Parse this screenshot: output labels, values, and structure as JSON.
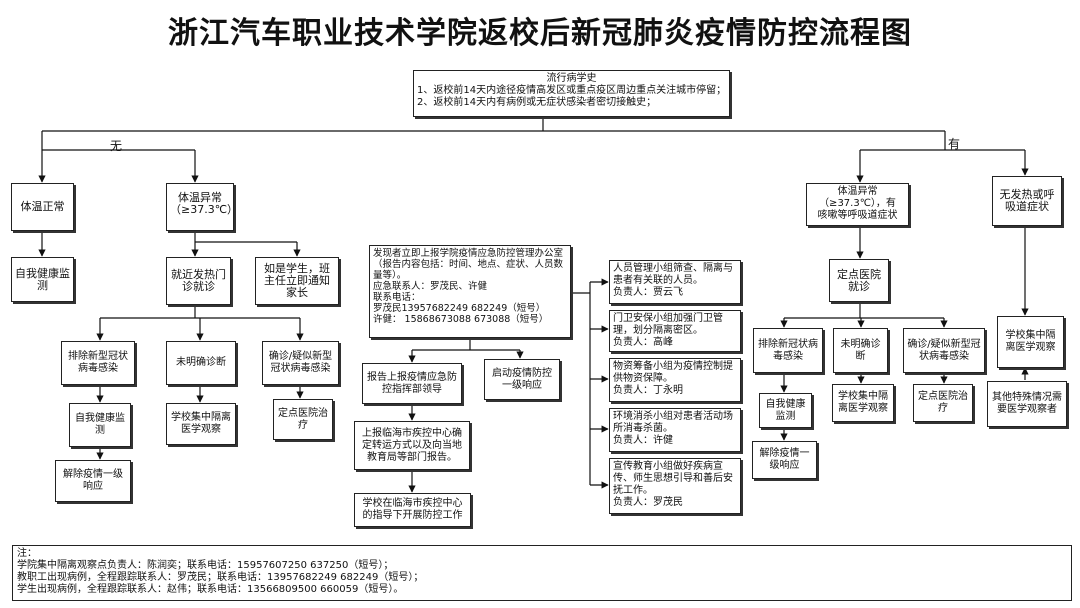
{
  "title": "浙江汽车职业技术学院返校后新冠肺炎疫情防控流程图",
  "history": {
    "head": "流行病学史",
    "line1": "1、返校前14天内途径疫情高发区或重点疫区周边重点关注城市停留；",
    "line2": "2、返校前14天内有病例或无症状感染者密切接触史；"
  },
  "branch_no": "无",
  "branch_yes": "有",
  "left": {
    "normal_temp": "体温正常",
    "self_monitor_1": "自我健康监测",
    "abnormal_temp": [
      "体温异常",
      "（≥37.3℃）"
    ],
    "clinic": "就近发热门诊就诊",
    "student_notice": "如是学生，班主任立即通知家长",
    "exclude": "排除新型冠状病毒感染",
    "unconfirmed": "未明确诊断",
    "confirmed": "确诊/疑似新型冠状病毒感染",
    "self_monitor_2": "自我健康监测",
    "school_obs": "学校集中隔离医学观察",
    "hospital": "定点医院治疗",
    "release": "解除疫情一级响应"
  },
  "center": {
    "report_lines": [
      "发现者立即上报学院疫情应急防控管理办公室（报告内容包括：时间、地点、症状、人员数量等）。",
      "应急联系人：罗茂民、许健",
      "联系电话：",
      "罗茂民13957682249 682249（短号）",
      "许健：  15868673088 673088（短号）"
    ],
    "report_leader": "报告上报疫情应急防控指挥部领导",
    "start_response": "启动疫情防控一级响应",
    "city_report": "上报临海市疾控中心确定转运方式以及向当地教育局等部门报告。",
    "city_guidance": "学校在临海市疾控中心的指导下开展防控工作"
  },
  "groups": [
    [
      "人员管理小组筛查、隔离与患者有关联的人员。",
      "负责人：贾云飞"
    ],
    [
      "门卫安保小组加强门卫管理，划分隔离密区。",
      "负责人：高峰"
    ],
    [
      "物资筹备小组为疫情控制提供物资保障。",
      "负责人：丁永明"
    ],
    [
      "环境消杀小组对患者活动场所消毒杀菌。",
      "负责人：许健"
    ],
    [
      "宣传教育小组做好疾病宣传、师生思想引导和善后安抚工作。",
      "负责人：罗茂民"
    ]
  ],
  "right": {
    "abnormal_temp": [
      "体温异常",
      "（≥37.3℃），有",
      "咳嗽等呼吸道症状"
    ],
    "no_fever": "无发热或呼吸道症状",
    "designated": "定点医院就诊",
    "exclude": "排除新冠状病毒感染",
    "unconfirmed": "未明确诊断",
    "confirmed": "确诊/疑似新型冠状病毒感染",
    "self_monitor": "自我健康监测",
    "school_obs": "学校集中隔离医学观察",
    "hospital": "定点医院治疗",
    "release": "解除疫情一级响应",
    "school_obs_2": "学校集中隔离医学观察",
    "special": "其他特殊情况需要医学观察者"
  },
  "note": {
    "head": "注：",
    "lines": [
      "学院集中隔离观察点负责人：陈润奕；联系电话：15957607250 637250（短号）；",
      "教职工出现病例，全程跟踪联系人：罗茂民；联系电话：13957682249 682249（短号）；",
      "学生出现病例，全程跟踪联系人：赵伟；联系电话：13566809500 660059（短号）。"
    ]
  }
}
